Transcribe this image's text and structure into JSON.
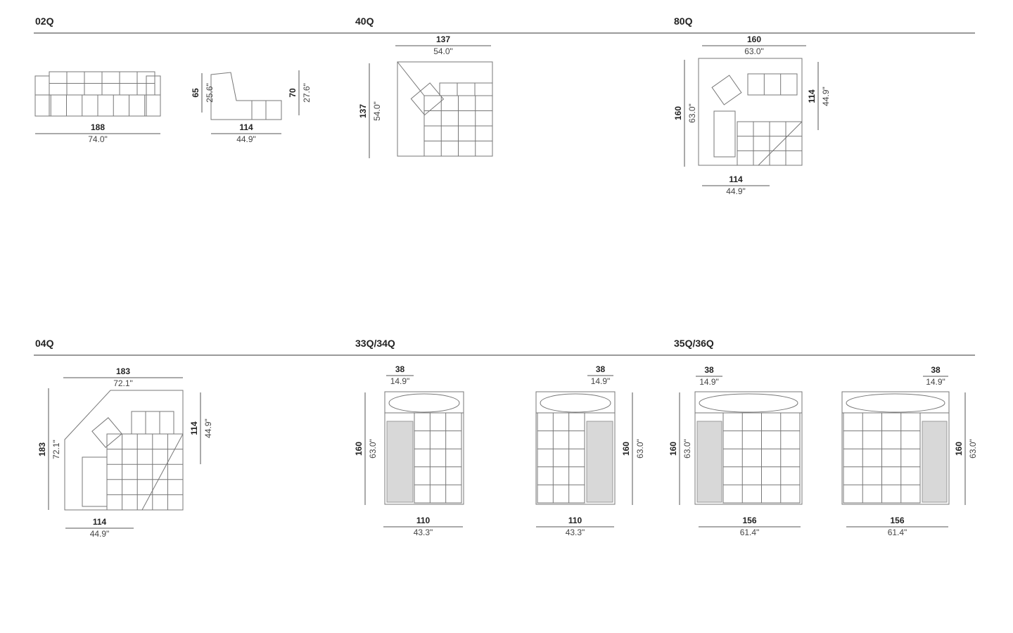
{
  "sections": [
    {
      "title": "02Q"
    },
    {
      "title": "40Q"
    },
    {
      "title": "80Q"
    },
    {
      "title": "04Q"
    },
    {
      "title": "33Q/34Q"
    },
    {
      "title": "35Q/36Q"
    }
  ],
  "dims": {
    "q02_front_w": {
      "cm": "188",
      "in": "74.0\""
    },
    "q02_side_h1": {
      "cm": "65",
      "in": "25.6\""
    },
    "q02_side_h2": {
      "cm": "70",
      "in": "27.6\""
    },
    "q02_side_d": {
      "cm": "114",
      "in": "44.9\""
    },
    "q40_w": {
      "cm": "137",
      "in": "54.0\""
    },
    "q40_d": {
      "cm": "137",
      "in": "54.0\""
    },
    "q80_w": {
      "cm": "160",
      "in": "63.0\""
    },
    "q80_d": {
      "cm": "160",
      "in": "63.0\""
    },
    "q80_r": {
      "cm": "114",
      "in": "44.9\""
    },
    "q80_b": {
      "cm": "114",
      "in": "44.9\""
    },
    "q04_w": {
      "cm": "183",
      "in": "72.1\""
    },
    "q04_d": {
      "cm": "183",
      "in": "72.1\""
    },
    "q04_r": {
      "cm": "114",
      "in": "44.9\""
    },
    "q04_b": {
      "cm": "114",
      "in": "44.9\""
    },
    "q33_arm": {
      "cm": "38",
      "in": "14.9\""
    },
    "q33_d": {
      "cm": "160",
      "in": "63.0\""
    },
    "q33_w": {
      "cm": "110",
      "in": "43.3\""
    },
    "q34_arm": {
      "cm": "38",
      "in": "14.9\""
    },
    "q34_d": {
      "cm": "160",
      "in": "63.0\""
    },
    "q34_w": {
      "cm": "110",
      "in": "43.3\""
    },
    "q35_arm": {
      "cm": "38",
      "in": "14.9\""
    },
    "q35_d": {
      "cm": "160",
      "in": "63.0\""
    },
    "q35_w": {
      "cm": "156",
      "in": "61.4\""
    },
    "q36_arm": {
      "cm": "38",
      "in": "14.9\""
    },
    "q36_d": {
      "cm": "160",
      "in": "63.0\""
    },
    "q36_w": {
      "cm": "156",
      "in": "61.4\""
    }
  }
}
